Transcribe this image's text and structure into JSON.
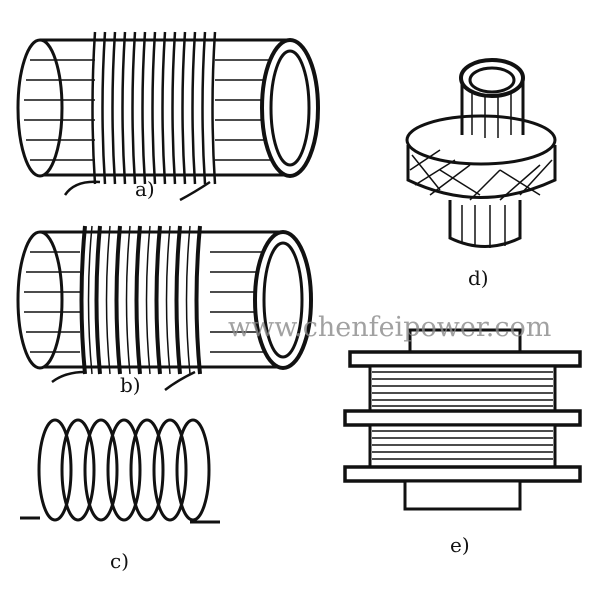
{
  "labels": {
    "a": "a)",
    "b": "b)",
    "c": "c)",
    "d": "d)",
    "e": "e)"
  },
  "watermark": "www.chenfeipower.com",
  "colors": {
    "ink": "#111111",
    "watermark": "#8a8a8a",
    "fill": "#ffffff"
  }
}
